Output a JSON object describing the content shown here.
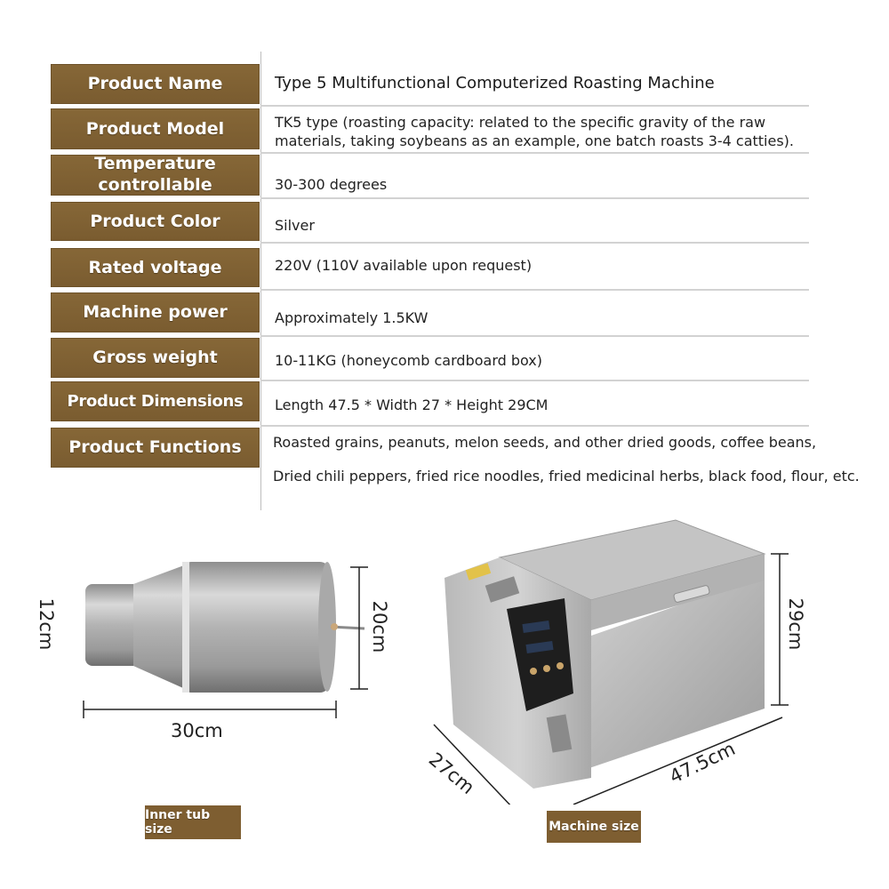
{
  "specs": [
    {
      "label": "Product Name",
      "value": "Type 5 Multifunctional Computerized Roasting Machine"
    },
    {
      "label": "Product Model",
      "value": [
        "TK5 type (roasting capacity: related to the specific gravity of the raw",
        "materials, taking soybeans as an example, one batch roasts 3-4 catties)."
      ]
    },
    {
      "label": [
        "Temperature",
        "controllable"
      ],
      "value": "30-300 degrees"
    },
    {
      "label": "Product Color",
      "value": "Silver"
    },
    {
      "label": "Rated voltage",
      "value": "220V (110V available upon request)"
    },
    {
      "label": "Machine power",
      "value": "Approximately 1.5KW"
    },
    {
      "label": "Gross weight",
      "value": "10-11KG (honeycomb cardboard box)"
    },
    {
      "label": "Product Dimensions",
      "value": "Length 47.5 * Width 27 * Height 29CM"
    },
    {
      "label": "Product Functions",
      "value": [
        "Roasted grains, peanuts, melon seeds, and other dried goods, coffee beans,",
        "Dried chili peppers, fried rice noodles, fried medicinal herbs, black food, flour, etc."
      ]
    }
  ],
  "inner_tub": {
    "diameter_small": "12cm",
    "diameter_large": "20cm",
    "length": "30cm",
    "caption": "Inner tub size"
  },
  "machine": {
    "height": "29cm",
    "width": "27cm",
    "length": "47.5cm",
    "caption": "Machine size"
  },
  "colors": {
    "label_bg": "#7e5e31",
    "metal": "#b8b8b8"
  }
}
